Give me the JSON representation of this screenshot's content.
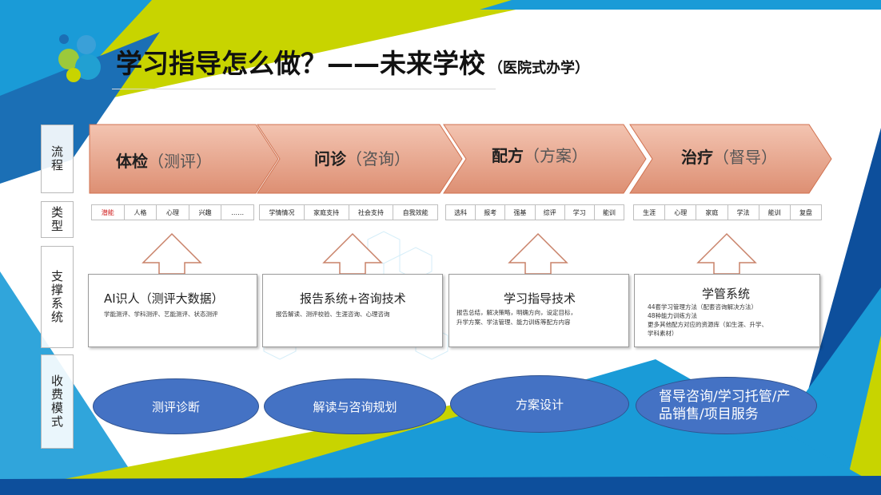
{
  "header": {
    "title": "学习指导怎么做？——未来学校",
    "subtitle": "（医院式办学）"
  },
  "row_labels": {
    "process": "流程",
    "type": "类型",
    "support": "支撑系统",
    "charging": "收费模式"
  },
  "stages": [
    {
      "name": "体检",
      "detail": "（测评）"
    },
    {
      "name": "问诊",
      "detail": "（咨询）"
    },
    {
      "name": "配方",
      "detail": "（方案）"
    },
    {
      "name": "治疗",
      "detail": "（督导）"
    }
  ],
  "types": [
    [
      "潜能",
      "人格",
      "心理",
      "兴趣",
      "……"
    ],
    [
      "学情情况",
      "家庭支持",
      "社会支持",
      "自我效能"
    ],
    [
      "选科",
      "报考",
      "强基",
      "综评",
      "学习",
      "能训"
    ],
    [
      "生涯",
      "心理",
      "家庭",
      "学法",
      "能训",
      "复盘"
    ]
  ],
  "support": [
    {
      "title": "AI识人（测评大数据）",
      "desc": [
        "学能测评、学科测评、艺能测评、状态测评"
      ]
    },
    {
      "title": "报告系统+咨询技术",
      "desc": [
        "报告解读、测评校验、生涯咨询、心理咨询"
      ]
    },
    {
      "title": "学习指导技术",
      "desc": [
        "报告总结，解决策略，明确方向，设定目标，",
        "升学方案、学法管理、能力训练等配方内容"
      ]
    },
    {
      "title": "学管系统",
      "desc": [
        "44套学习管理方法（配套咨询解决方法）",
        "48种能力训练方法",
        "更多其他配方对应的资源库（如生涯、升学、",
        "学科素材）"
      ]
    }
  ],
  "charging": [
    {
      "label": "测评诊断"
    },
    {
      "label": "解读与咨询规划"
    },
    {
      "label": "方案设计"
    },
    {
      "label": "督导咨询/学习托管/产品销售/项目服务"
    }
  ],
  "colors": {
    "chevron_fill_top": "#f3c4b1",
    "chevron_fill_bottom": "#dd8f73",
    "chevron_stroke": "#d0714f",
    "oval_fill": "#4472c4",
    "bg_blue": "#1a9bd7",
    "bg_dark_blue": "#0d4f9c",
    "bg_yellow_green": "#c8d400",
    "tag_red": "#d02020"
  },
  "icons": [
    "logo-bubbles-icon",
    "arrow-up-icon"
  ]
}
